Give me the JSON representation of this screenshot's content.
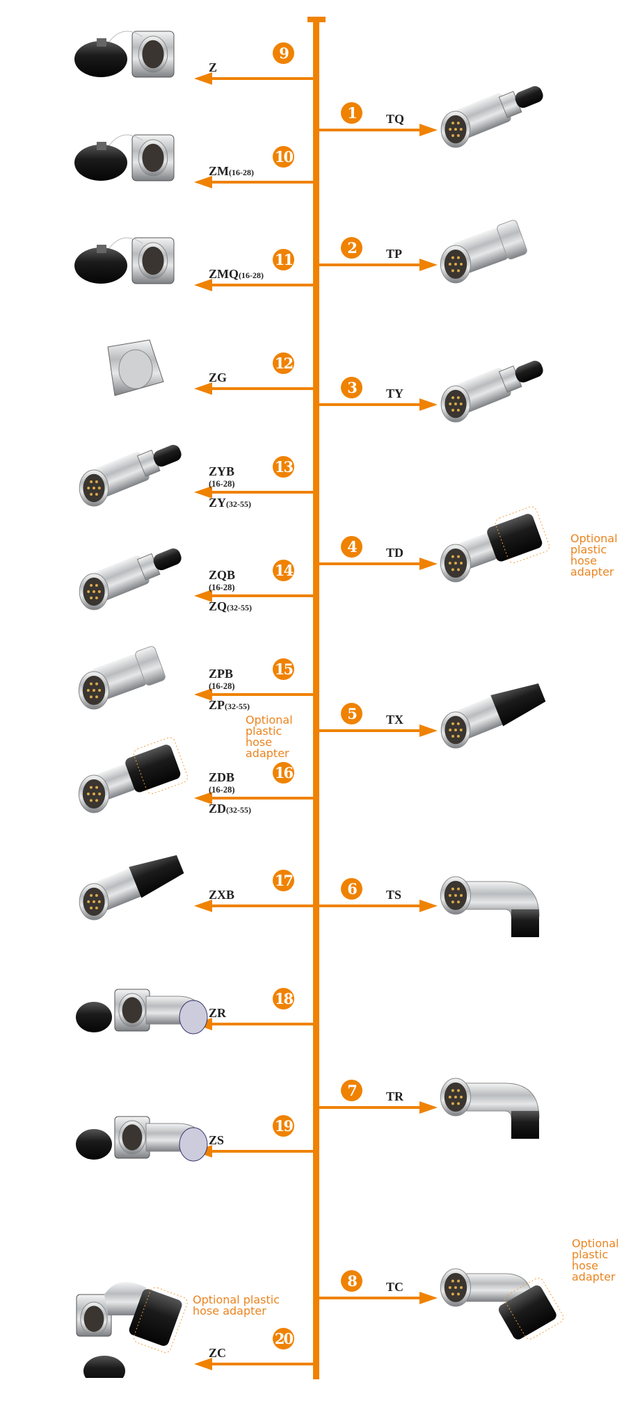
{
  "colors": {
    "accent": "#ef8200",
    "text": "#222222",
    "note": "#e9841f"
  },
  "left_items": [
    {
      "number": "9",
      "label": "Z",
      "suffix": "",
      "sub": "",
      "alt_label": "",
      "alt_suffix": "",
      "image": "panel-cap"
    },
    {
      "number": "10",
      "label": "ZM",
      "suffix": "(16-28)",
      "sub": "",
      "alt_label": "",
      "alt_suffix": "",
      "image": "panel-cap"
    },
    {
      "number": "11",
      "label": "ZMQ",
      "suffix": "(16-28)",
      "sub": "",
      "alt_label": "",
      "alt_suffix": "",
      "image": "panel-cap"
    },
    {
      "number": "12",
      "label": "ZG",
      "suffix": "",
      "sub": "",
      "alt_label": "",
      "alt_suffix": "",
      "image": "housing"
    },
    {
      "number": "13",
      "label": "ZYB",
      "suffix": "",
      "sub": "(16-28)",
      "alt_label": "ZY",
      "alt_suffix": "(32-55)",
      "image": "plug-tail"
    },
    {
      "number": "14",
      "label": "ZQB",
      "suffix": "",
      "sub": "(16-28)",
      "alt_label": "ZQ",
      "alt_suffix": "(32-55)",
      "image": "plug-tail"
    },
    {
      "number": "15",
      "label": "ZPB",
      "suffix": "",
      "sub": "(16-28)",
      "alt_label": "ZP",
      "alt_suffix": "(32-55)",
      "image": "plug"
    },
    {
      "number": "16",
      "label": "ZDB",
      "suffix": "",
      "sub": "(16-28)",
      "alt_label": "ZD",
      "alt_suffix": "(32-55)",
      "image": "plug-hose"
    },
    {
      "number": "17",
      "label": "ZXB",
      "suffix": "",
      "sub": "",
      "alt_label": "",
      "alt_suffix": "",
      "image": "plug-boot"
    },
    {
      "number": "18",
      "label": "ZR",
      "suffix": "",
      "sub": "",
      "alt_label": "",
      "alt_suffix": "",
      "image": "elbow-panel"
    },
    {
      "number": "19",
      "label": "ZS",
      "suffix": "",
      "sub": "",
      "alt_label": "",
      "alt_suffix": "",
      "image": "elbow-panel"
    },
    {
      "number": "20",
      "label": "ZC",
      "suffix": "",
      "sub": "",
      "alt_label": "",
      "alt_suffix": "",
      "image": "elbow-panel-hose"
    }
  ],
  "right_items": [
    {
      "number": "1",
      "label": "TQ",
      "image": "plug-tail"
    },
    {
      "number": "2",
      "label": "TP",
      "image": "plug"
    },
    {
      "number": "3",
      "label": "TY",
      "image": "plug-tail"
    },
    {
      "number": "4",
      "label": "TD",
      "image": "plug-hose"
    },
    {
      "number": "5",
      "label": "TX",
      "image": "plug-boot"
    },
    {
      "number": "6",
      "label": "TS",
      "image": "elbow"
    },
    {
      "number": "7",
      "label": "TR",
      "image": "elbow"
    },
    {
      "number": "8",
      "label": "TC",
      "image": "elbow-hose"
    }
  ],
  "notes": {
    "td": [
      "Optional",
      "plastic",
      "hose",
      "adapter"
    ],
    "zdb": [
      "Optional",
      "plastic",
      "hose",
      "adapter"
    ],
    "tc": [
      "Optional",
      "plastic",
      "hose",
      "adapter"
    ],
    "zc": [
      "Optional plastic",
      "hose adapter"
    ]
  }
}
